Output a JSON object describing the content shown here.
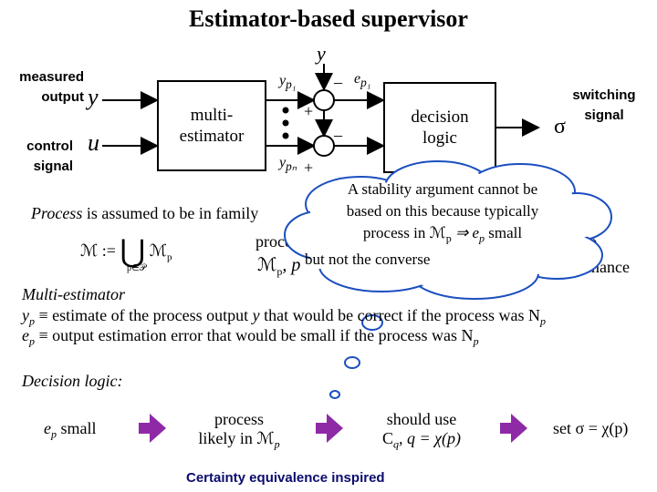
{
  "title": "Estimator-based supervisor",
  "diagram": {
    "y_top": "y",
    "measured_output": [
      "measured",
      "output"
    ],
    "control_signal": [
      "control",
      "signal"
    ],
    "input_y": "y",
    "input_u": "u",
    "multi_estimator": [
      "multi-",
      "estimator"
    ],
    "yp1": "y",
    "yp1_sub": "p₁",
    "ypn": "y",
    "ypn_sub": "pₙ",
    "ep1": "e",
    "ep1_sub": "p₁",
    "minus": "–",
    "plus": "+",
    "decision_logic": [
      "decision",
      "logic"
    ],
    "sigma": "σ",
    "switching_signal": [
      "switching",
      "signal"
    ]
  },
  "process": {
    "assumed_prefix": "Process",
    "assumed_suffix": "is assumed to be in family",
    "family_def": "ℳ :=",
    "family_sub": "p∈𝒫",
    "family_rhs": "ℳ",
    "family_rhs_sub": "p",
    "partial1": "proce",
    "partial2": "ℳ",
    "partial2_sub": "p",
    "partial2_tail": ", p",
    "partial3": ")",
    "partial4": "rformance"
  },
  "cloud": {
    "lines": [
      "A stability argument cannot be",
      "based on this because typically",
      "process in ℳ",
      "⇒ e",
      " small",
      "but not the converse"
    ],
    "sub_p": "p"
  },
  "multi": {
    "heading": "Multi-estimator",
    "yp_sym": "y",
    "yp_sub": "p",
    "yp_text": " ≡ estimate of the process output ",
    "yp_y": "y",
    "yp_tail": " that would be correct if the process was N",
    "ep_sym": "e",
    "ep_sub": "p",
    "ep_text": " ≡ output estimation error that would be small if the process was N"
  },
  "decision": {
    "heading": "Decision logic:",
    "step1_a": "e",
    "step1_sub": "p",
    "step1_b": " small",
    "step2_a": "process",
    "step2_b": "likely in ℳ",
    "step2_sub": "p",
    "step3_a": "should use",
    "step3_b": "C",
    "step3_b_sub": "q",
    "step3_c": ", q = χ(p)",
    "step4": "set σ = χ(p)"
  },
  "footer": "Certainty equivalence inspired",
  "colors": {
    "arrow": "#8e2aa6",
    "cloud_stroke": "#1a4fbf",
    "footer": "#0b0b6e"
  }
}
